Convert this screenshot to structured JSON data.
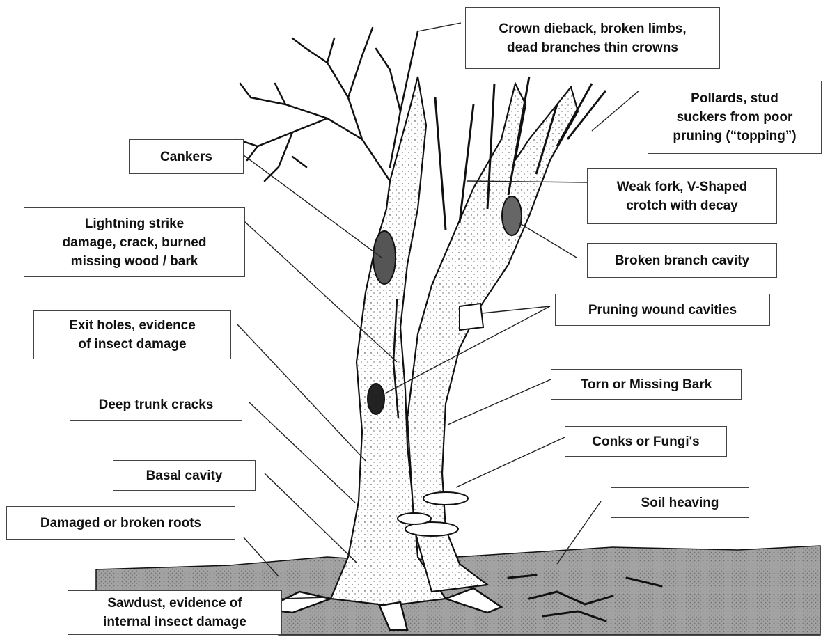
{
  "diagram": {
    "colors": {
      "ink": "#111111",
      "ground": "#9a9a9a",
      "box_border": "#444444",
      "background": "#ffffff"
    },
    "labels": {
      "crown_dieback": "Crown dieback, broken limbs,\ndead branches thin crowns",
      "pollards": "Pollards, stud\nsuckers from poor\npruning (“topping”)",
      "cankers": "Cankers",
      "weak_fork": "Weak fork, V-Shaped\ncrotch with decay",
      "lightning": "Lightning strike\ndamage, crack, burned\nmissing wood / bark",
      "broken_branch_cavity": "Broken branch cavity",
      "pruning_wound": "Pruning wound cavities",
      "exit_holes": "Exit holes, evidence\nof insect damage",
      "torn_bark": "Torn or Missing Bark",
      "deep_trunk_cracks": "Deep trunk cracks",
      "conks": "Conks or Fungi's",
      "basal_cavity": "Basal cavity",
      "soil_heaving": "Soil heaving",
      "damaged_roots": "Damaged or broken roots",
      "sawdust": "Sawdust, evidence of\ninternal insect damage"
    }
  }
}
